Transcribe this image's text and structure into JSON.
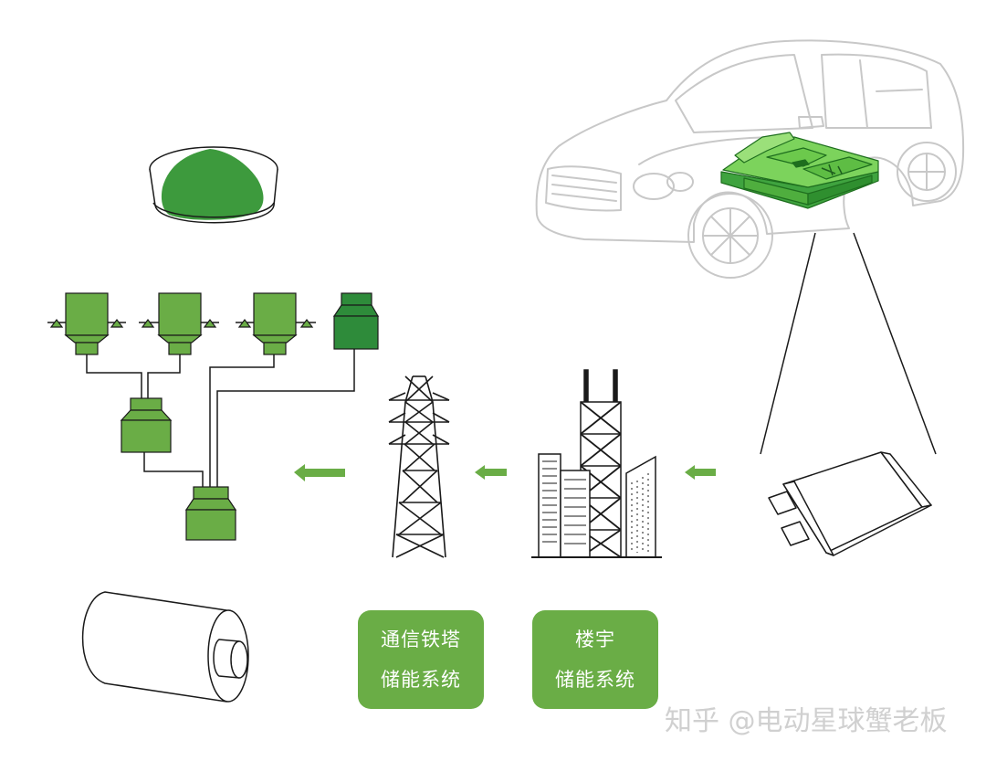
{
  "labels": {
    "tower": {
      "line1": "通信铁塔",
      "line2": "储能系统"
    },
    "building": {
      "line1": "楼宇",
      "line2": "储能系统"
    }
  },
  "watermark": "知乎 @电动星球蟹老板",
  "colors": {
    "green_light": "#72b34a",
    "green_dark": "#2e8b3a",
    "green_mid": "#3c9a3c",
    "outline": "#1a1a1a",
    "car_outline": "#c8c8c8"
  },
  "icons": [
    "powder-dish-icon",
    "mixer-tank-icon",
    "battery-cell-roll-icon",
    "transmission-tower-icon",
    "skyscrapers-icon",
    "electric-car-icon",
    "battery-pack-icon",
    "prismatic-cell-icon",
    "arrow-left-icon"
  ]
}
